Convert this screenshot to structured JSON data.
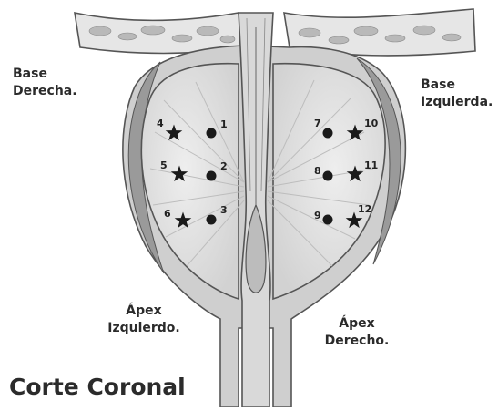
{
  "labels": {
    "base_right_line1": "Base",
    "base_right_line2": "Derecha.",
    "base_left_line1": "Base",
    "base_left_line2": "Izquierda.",
    "apex_left_line1": "Ápex",
    "apex_left_line2": "Izquierdo.",
    "apex_right_line1": "Ápex",
    "apex_right_line2": "Derecho.",
    "section_title": "Corte Coronal"
  },
  "biopsy_points": {
    "dots": [
      "1",
      "2",
      "3",
      "7",
      "8",
      "9"
    ],
    "stars": [
      "4",
      "5",
      "6",
      "10",
      "11",
      "12"
    ]
  },
  "colors": {
    "gland_fill": "#e3e3e3",
    "capsule": "#a8a8a8",
    "outline": "#555555",
    "marker": "#1a1a1a"
  }
}
